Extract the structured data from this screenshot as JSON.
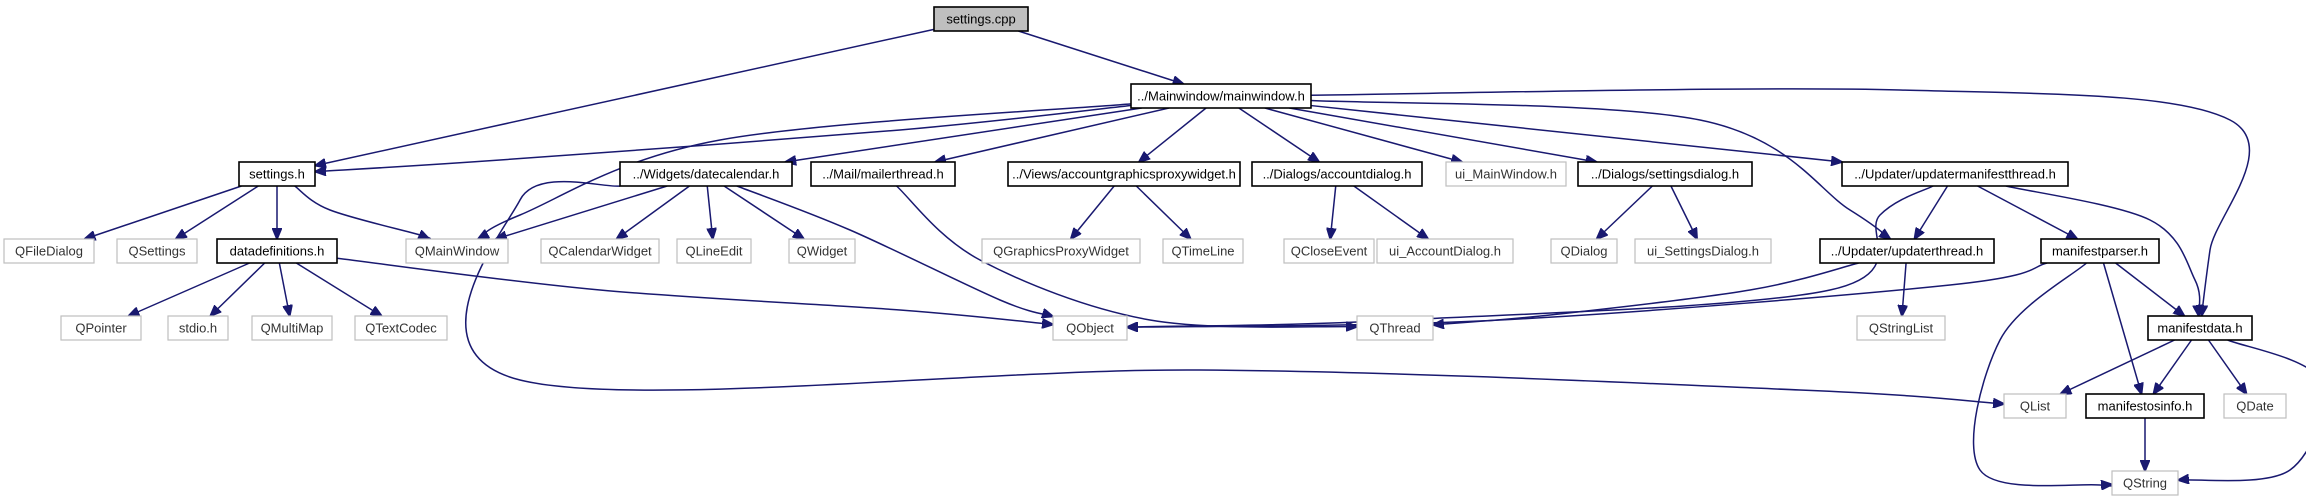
{
  "diagram": {
    "type": "include-dependency-graph",
    "colors": {
      "edge": "#191970",
      "root_fill": "#bfbfbf",
      "documented_border": "#000000",
      "external_border": "#bfbfbf"
    },
    "nodes": [
      {
        "id": "settings_cpp",
        "label": "settings.cpp",
        "kind": "root"
      },
      {
        "id": "mainwindow_h",
        "label": "../Mainwindow/mainwindow.h",
        "kind": "documented"
      },
      {
        "id": "settings_h",
        "label": "settings.h",
        "kind": "documented"
      },
      {
        "id": "datecalendar_h",
        "label": "../Widgets/datecalendar.h",
        "kind": "documented"
      },
      {
        "id": "mailerthread_h",
        "label": "../Mail/mailerthread.h",
        "kind": "documented"
      },
      {
        "id": "accountgraphics_h",
        "label": "../Views/accountgraphicsproxywidget.h",
        "kind": "documented"
      },
      {
        "id": "accountdialog_h",
        "label": "../Dialogs/accountdialog.h",
        "kind": "documented"
      },
      {
        "id": "ui_mainwindow_h",
        "label": "ui_MainWindow.h",
        "kind": "external"
      },
      {
        "id": "settingsdialog_h",
        "label": "../Dialogs/settingsdialog.h",
        "kind": "documented"
      },
      {
        "id": "updatermanifest_h",
        "label": "../Updater/updatermanifestthread.h",
        "kind": "documented"
      },
      {
        "id": "qfiledialog",
        "label": "QFileDialog",
        "kind": "external"
      },
      {
        "id": "qsettings",
        "label": "QSettings",
        "kind": "external"
      },
      {
        "id": "datadefinitions_h",
        "label": "datadefinitions.h",
        "kind": "documented"
      },
      {
        "id": "qmainwindow",
        "label": "QMainWindow",
        "kind": "external"
      },
      {
        "id": "qcalendarwidget",
        "label": "QCalendarWidget",
        "kind": "external"
      },
      {
        "id": "qlineedit",
        "label": "QLineEdit",
        "kind": "external"
      },
      {
        "id": "qwidget",
        "label": "QWidget",
        "kind": "external"
      },
      {
        "id": "qgraphicsproxywidget",
        "label": "QGraphicsProxyWidget",
        "kind": "external"
      },
      {
        "id": "qtimeline",
        "label": "QTimeLine",
        "kind": "external"
      },
      {
        "id": "qcloseevent",
        "label": "QCloseEvent",
        "kind": "external"
      },
      {
        "id": "ui_accountdialog_h",
        "label": "ui_AccountDialog.h",
        "kind": "external"
      },
      {
        "id": "qdialog",
        "label": "QDialog",
        "kind": "external"
      },
      {
        "id": "ui_settingsdialog_h",
        "label": "ui_SettingsDialog.h",
        "kind": "external"
      },
      {
        "id": "updaterthread_h",
        "label": "../Updater/updaterthread.h",
        "kind": "documented"
      },
      {
        "id": "manifestparser_h",
        "label": "manifestparser.h",
        "kind": "documented"
      },
      {
        "id": "qpointer",
        "label": "QPointer",
        "kind": "external"
      },
      {
        "id": "stdio_h",
        "label": "stdio.h",
        "kind": "external"
      },
      {
        "id": "qmultimap",
        "label": "QMultiMap",
        "kind": "external"
      },
      {
        "id": "qtextcodec",
        "label": "QTextCodec",
        "kind": "external"
      },
      {
        "id": "qobject",
        "label": "QObject",
        "kind": "external"
      },
      {
        "id": "qthread",
        "label": "QThread",
        "kind": "external"
      },
      {
        "id": "qstringlist",
        "label": "QStringList",
        "kind": "external"
      },
      {
        "id": "manifestdata_h",
        "label": "manifestdata.h",
        "kind": "documented"
      },
      {
        "id": "qlist",
        "label": "QList",
        "kind": "external"
      },
      {
        "id": "manifestosinfo_h",
        "label": "manifestosinfo.h",
        "kind": "documented"
      },
      {
        "id": "qdate",
        "label": "QDate",
        "kind": "external"
      },
      {
        "id": "qstring",
        "label": "QString",
        "kind": "external"
      }
    ],
    "edges": [
      {
        "from": "settings_cpp",
        "to": "mainwindow_h"
      },
      {
        "from": "settings_cpp",
        "to": "settings_h"
      },
      {
        "from": "mainwindow_h",
        "to": "settings_h"
      },
      {
        "from": "mainwindow_h",
        "to": "qmainwindow"
      },
      {
        "from": "mainwindow_h",
        "to": "datecalendar_h"
      },
      {
        "from": "mainwindow_h",
        "to": "mailerthread_h"
      },
      {
        "from": "mainwindow_h",
        "to": "accountgraphics_h"
      },
      {
        "from": "mainwindow_h",
        "to": "accountdialog_h"
      },
      {
        "from": "mainwindow_h",
        "to": "ui_mainwindow_h"
      },
      {
        "from": "mainwindow_h",
        "to": "settingsdialog_h"
      },
      {
        "from": "mainwindow_h",
        "to": "updatermanifest_h"
      },
      {
        "from": "mainwindow_h",
        "to": "updaterthread_h"
      },
      {
        "from": "mainwindow_h",
        "to": "manifestdata_h"
      },
      {
        "from": "settings_h",
        "to": "qfiledialog"
      },
      {
        "from": "settings_h",
        "to": "qsettings"
      },
      {
        "from": "settings_h",
        "to": "datadefinitions_h"
      },
      {
        "from": "settings_h",
        "to": "qmainwindow"
      },
      {
        "from": "datadefinitions_h",
        "to": "qpointer"
      },
      {
        "from": "datadefinitions_h",
        "to": "stdio_h"
      },
      {
        "from": "datadefinitions_h",
        "to": "qmultimap"
      },
      {
        "from": "datadefinitions_h",
        "to": "qtextcodec"
      },
      {
        "from": "datadefinitions_h",
        "to": "qobject"
      },
      {
        "from": "datecalendar_h",
        "to": "qmainwindow"
      },
      {
        "from": "datecalendar_h",
        "to": "qcalendarwidget"
      },
      {
        "from": "datecalendar_h",
        "to": "qlineedit"
      },
      {
        "from": "datecalendar_h",
        "to": "qwidget"
      },
      {
        "from": "datecalendar_h",
        "to": "qobject"
      },
      {
        "from": "datecalendar_h",
        "to": "qlist"
      },
      {
        "from": "mailerthread_h",
        "to": "qthread"
      },
      {
        "from": "accountgraphics_h",
        "to": "qgraphicsproxywidget"
      },
      {
        "from": "accountgraphics_h",
        "to": "qtimeline"
      },
      {
        "from": "accountdialog_h",
        "to": "qcloseevent"
      },
      {
        "from": "accountdialog_h",
        "to": "ui_accountdialog_h"
      },
      {
        "from": "settingsdialog_h",
        "to": "qdialog"
      },
      {
        "from": "settingsdialog_h",
        "to": "ui_settingsdialog_h"
      },
      {
        "from": "updatermanifest_h",
        "to": "qobject"
      },
      {
        "from": "updatermanifest_h",
        "to": "updaterthread_h"
      },
      {
        "from": "updatermanifest_h",
        "to": "manifestparser_h"
      },
      {
        "from": "updatermanifest_h",
        "to": "manifestdata_h"
      },
      {
        "from": "updaterthread_h",
        "to": "qthread"
      },
      {
        "from": "updaterthread_h",
        "to": "qstringlist"
      },
      {
        "from": "manifestparser_h",
        "to": "qobject"
      },
      {
        "from": "manifestparser_h",
        "to": "manifestdata_h"
      },
      {
        "from": "manifestparser_h",
        "to": "manifestosinfo_h"
      },
      {
        "from": "manifestparser_h",
        "to": "qstring"
      },
      {
        "from": "manifestdata_h",
        "to": "qlist"
      },
      {
        "from": "manifestdata_h",
        "to": "manifestosinfo_h"
      },
      {
        "from": "manifestdata_h",
        "to": "qdate"
      },
      {
        "from": "manifestdata_h",
        "to": "qstring"
      },
      {
        "from": "manifestosinfo_h",
        "to": "qstring"
      }
    ]
  }
}
